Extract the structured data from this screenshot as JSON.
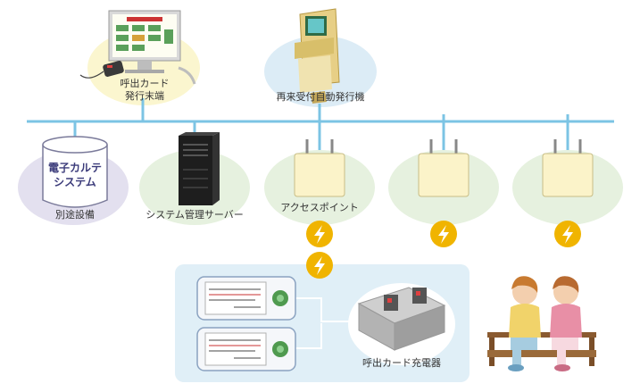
{
  "colors": {
    "network_line": "#7cc4e4",
    "blob_yellow": "#fbf6cf",
    "blob_blue": "#dcecf6",
    "blob_green": "#e6f1df",
    "blob_lavender": "#e3e0ef",
    "panel_bg": "#e0eff7",
    "lightning": "#f0b400",
    "text": "#333333",
    "ehr_text": "#3b3b7a"
  },
  "nodes": {
    "call_card_terminal": {
      "label_line1": "呼出カード",
      "label_line2": "発行末端",
      "icon": "desktop-pc-with-card-reader-icon"
    },
    "kiosk": {
      "label": "再来受付自動発行機",
      "icon": "kiosk-machine-icon"
    },
    "ehr": {
      "title_line1": "電子カルテ",
      "title_line2": "システム",
      "caption": "別途設備",
      "icon": "database-cylinder-icon"
    },
    "server": {
      "label": "システム管理サーバー",
      "icon": "tower-server-icon"
    },
    "access_point_1": {
      "label": "アクセスポイント",
      "icon": "wireless-access-point-icon"
    },
    "access_point_2": {
      "icon": "wireless-access-point-icon"
    },
    "access_point_3": {
      "icon": "wireless-access-point-icon"
    },
    "charger": {
      "label": "呼出カード充電器",
      "icon": "card-charger-icon"
    },
    "card_1": {
      "icon": "pager-card-icon"
    },
    "card_2": {
      "icon": "pager-card-icon"
    },
    "waiting_patients": {
      "icon": "people-on-bench-icon"
    }
  },
  "wireless_icon": "lightning-icon"
}
